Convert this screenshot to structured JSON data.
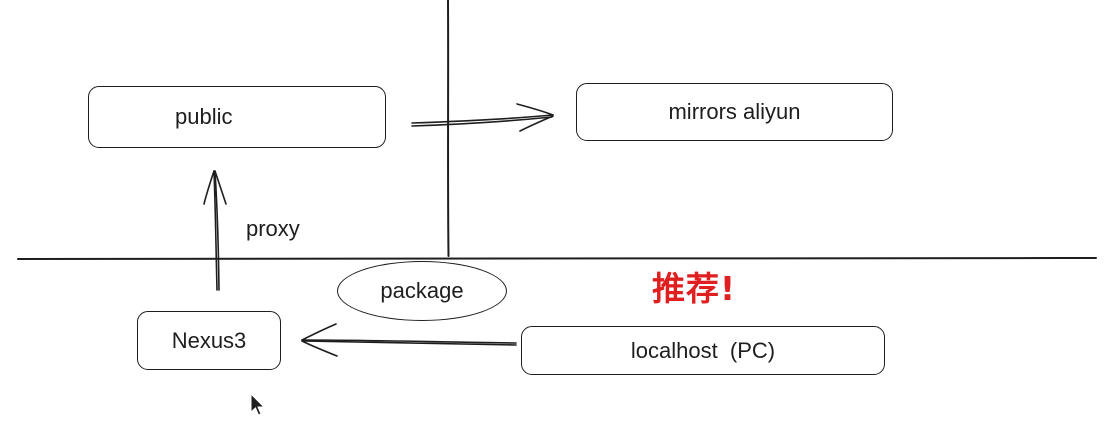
{
  "nodes": {
    "public": "public",
    "mirrors": "mirrors aliyun",
    "nexus": "Nexus3",
    "localhost": "localhost  (PC)"
  },
  "labels": {
    "proxy": "proxy",
    "package": "package",
    "recommend": "推荐!"
  },
  "colors": {
    "stroke": "#1e1e1e",
    "accent": "#e02020",
    "background": "#ffffff"
  },
  "icons": {
    "cursor": "mouse-pointer-icon"
  }
}
